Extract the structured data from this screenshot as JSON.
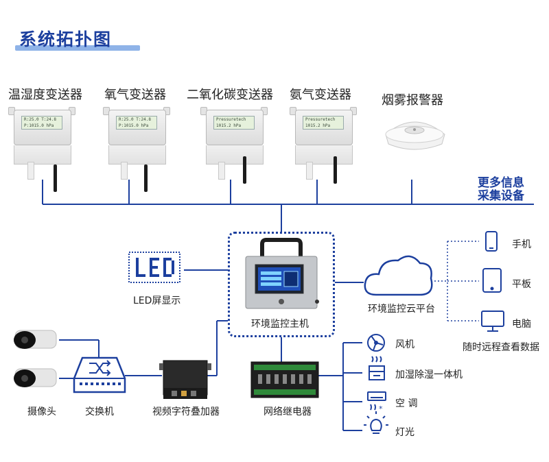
{
  "title": "系统拓扑图",
  "sensors": [
    {
      "label": "温湿度变送器",
      "screen1": "R:25.0  T:24.8",
      "screen2": "P:1015.0 hPa"
    },
    {
      "label": "氧气变送器",
      "screen1": "R:25.0  T:24.8",
      "screen2": "P:1015.0 hPa"
    },
    {
      "label": "二氧化碳变送器",
      "screen1": "Pressuretech",
      "screen2": "1015.2 hPa"
    },
    {
      "label": "氨气变送器",
      "screen1": "Pressuretech",
      "screen2": "1015.2 hPa"
    }
  ],
  "smoke_label": "烟雾报警器",
  "more_info": [
    "更多信息",
    "采集设备"
  ],
  "led_label": "LED屏显示",
  "host_label": "环境监控主机",
  "cloud_label": "环境监控云平台",
  "devices": [
    "手机",
    "平板",
    "电脑"
  ],
  "remote_label": "随时远程查看数据",
  "camera_label": "摄像头",
  "switch_label": "交换机",
  "overlay_label": "视频字符叠加器",
  "relay_label": "网络继电器",
  "outputs": [
    "风机",
    "加湿除湿一体机",
    "空 调",
    "灯光"
  ],
  "colors": {
    "primary": "#1c3f9e",
    "accent": "#8fb3e8",
    "line": "#1c3f9e"
  }
}
